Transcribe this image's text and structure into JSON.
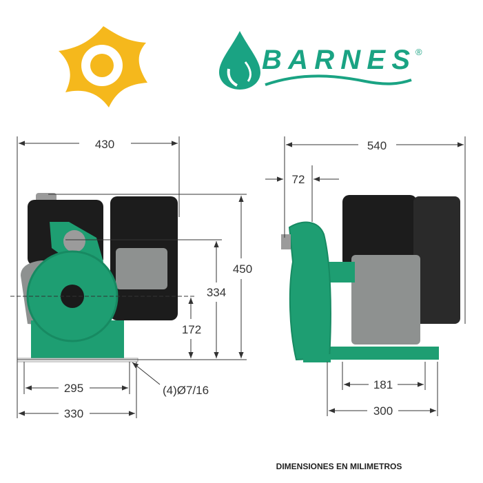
{
  "brand": {
    "name": "BARNES",
    "registered": "®"
  },
  "colors": {
    "brand_green": "#1aa383",
    "sun_yellow": "#f5b81c",
    "pump_green": "#1e9e72",
    "engine_black": "#1c1c1c",
    "metal_gray": "#8e9190"
  },
  "front_view": {
    "width_overall": "430",
    "height_overall": "450",
    "height_discharge": "334",
    "height_suction": "172",
    "base_bolt_spacing": "295",
    "base_width": "330",
    "mounting_holes": "(4)Ø7/16"
  },
  "side_view": {
    "length_overall": "540",
    "suction_offset": "72",
    "base_bolt_spacing": "181",
    "base_length": "300"
  },
  "footer": {
    "note": "DIMENSIONES EN MILIMETROS"
  }
}
